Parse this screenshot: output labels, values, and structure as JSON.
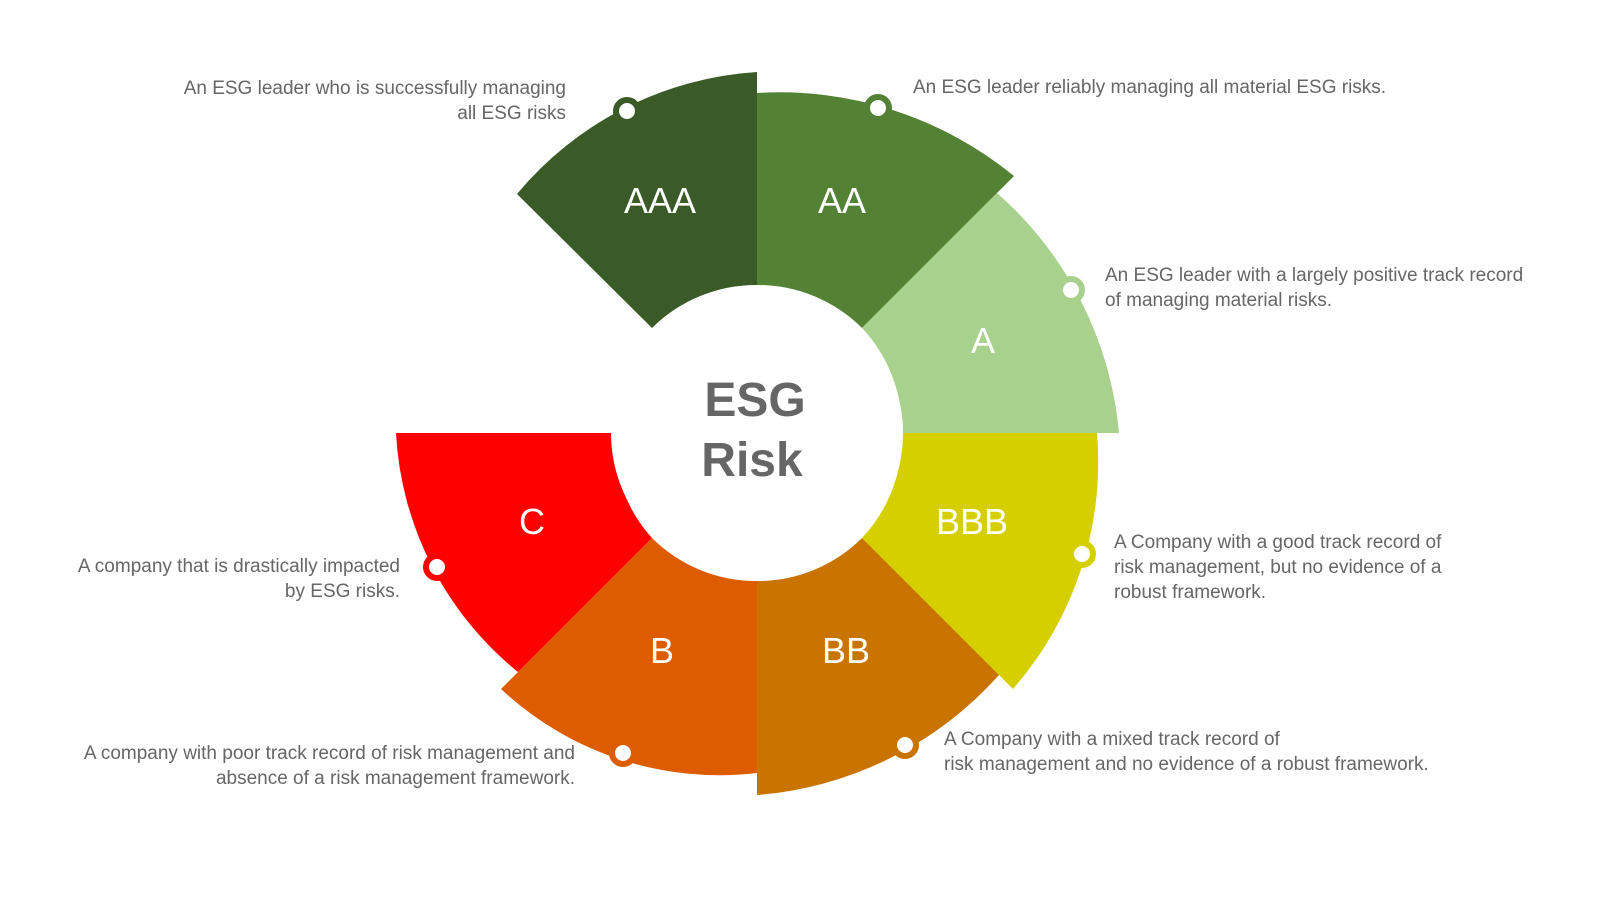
{
  "center": {
    "line1": "ESG",
    "line2": "Risk"
  },
  "segments": [
    {
      "id": "aaa",
      "label": "AAA",
      "color": "#3a5a27",
      "description": [
        "An ESG leader who is successfully managing",
        "all ESG risks"
      ]
    },
    {
      "id": "aa",
      "label": "AA",
      "color": "#548235",
      "description": [
        "An ESG leader reliably managing all material ESG risks."
      ]
    },
    {
      "id": "a",
      "label": "A",
      "color": "#a9d18e",
      "description": [
        "An ESG leader with a largely positive track record",
        "of managing material risks."
      ]
    },
    {
      "id": "bbb",
      "label": "BBB",
      "color": "#d6cf00",
      "description": [
        "A Company with a good track record of",
        "risk management, but no evidence of a",
        "robust framework."
      ]
    },
    {
      "id": "bb",
      "label": "BB",
      "color": "#c97300",
      "description": [
        "A Company with a mixed track record of",
        "risk management and no evidence of a robust framework."
      ]
    },
    {
      "id": "b",
      "label": "B",
      "color": "#dd5c00",
      "description": [
        "A company with poor track record of risk management and",
        "absence of a risk management framework."
      ]
    },
    {
      "id": "c",
      "label": "C",
      "color": "#ff0000",
      "description": [
        "A company that is drastically impacted",
        "by ESG risks."
      ]
    }
  ]
}
